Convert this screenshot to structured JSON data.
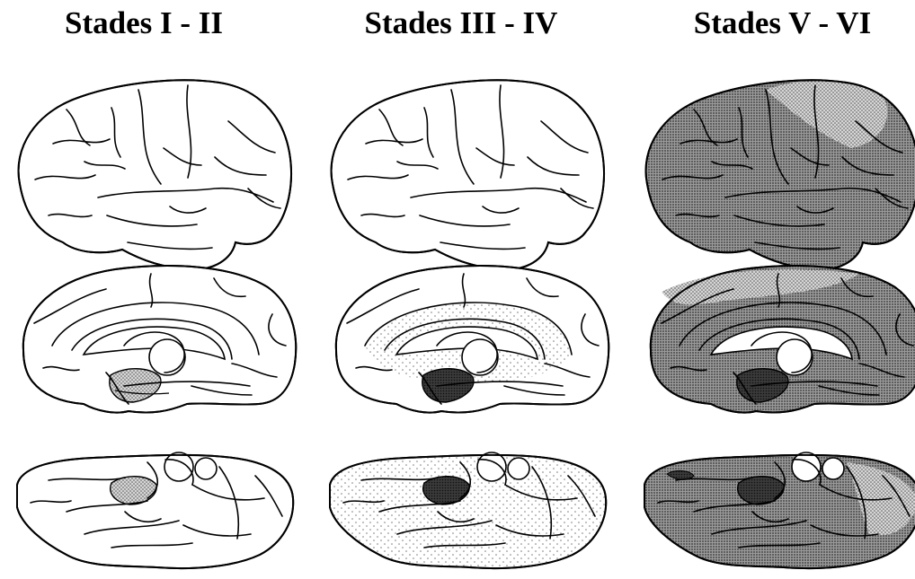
{
  "stages": [
    {
      "title": "Stades I - II",
      "views": [
        {
          "view": "lateral",
          "pattern": "none",
          "shaded_regions": []
        },
        {
          "view": "medial",
          "pattern": "light",
          "shaded_regions": [
            "entorhinal"
          ]
        },
        {
          "view": "inferior",
          "pattern": "light",
          "shaded_regions": [
            "entorhinal"
          ]
        }
      ]
    },
    {
      "title": "Stades III - IV",
      "views": [
        {
          "view": "lateral",
          "pattern": "none",
          "shaded_regions": []
        },
        {
          "view": "medial",
          "pattern": "light",
          "shaded_regions": [
            "entorhinal-dark",
            "limbic-dots"
          ]
        },
        {
          "view": "inferior",
          "pattern": "light",
          "shaded_regions": [
            "entorhinal-dark",
            "temporal-dots"
          ]
        }
      ]
    },
    {
      "title": "Stades V - VI",
      "views": [
        {
          "view": "lateral",
          "pattern": "heavy",
          "shaded_regions": [
            "neocortex"
          ]
        },
        {
          "view": "medial",
          "pattern": "heavy",
          "shaded_regions": [
            "neocortex",
            "entorhinal-dark"
          ]
        },
        {
          "view": "inferior",
          "pattern": "heavy",
          "shaded_regions": [
            "neocortex",
            "entorhinal-dark"
          ]
        }
      ]
    }
  ],
  "colors": {
    "outline": "#000000",
    "light_stipple": "#8a8a8a",
    "medium_fill": "#9a9a9a",
    "dark_fill": "#3a3a3a"
  }
}
